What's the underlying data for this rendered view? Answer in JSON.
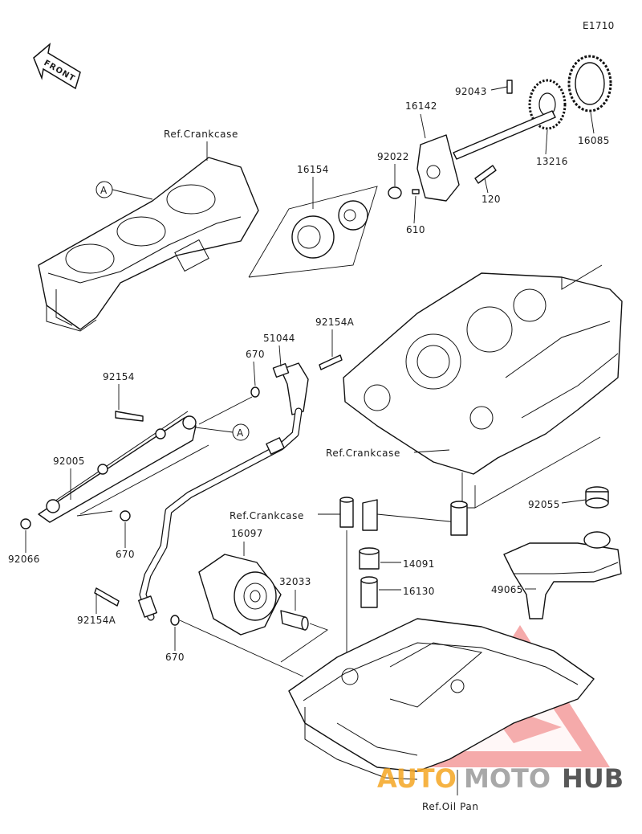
{
  "diagram": {
    "code": "E1710",
    "front_label": "FRONT",
    "callout_A": "A",
    "part_numbers": {
      "p92043": "92043",
      "p16142": "16142",
      "p92022": "92022",
      "p13216": "13216",
      "p16085": "16085",
      "p16154": "16154",
      "p120": "120",
      "p610": "610",
      "p92154A_top": "92154A",
      "p51044": "51044",
      "p670_top": "670",
      "p92154": "92154",
      "p92005": "92005",
      "p670_mid": "670",
      "p92066": "92066",
      "p16097": "16097",
      "p32033": "32033",
      "p92154A_bottom": "92154A",
      "p670_bottom": "670",
      "p14091": "14091",
      "p16130": "16130",
      "p92055": "92055",
      "p49065": "49065"
    },
    "refs": {
      "crankcase_top": "Ref.Crankcase",
      "crankcase_right": "Ref.Crankcase",
      "crankcase_mid": "Ref.Crankcase",
      "oil_pan": "Ref.Oil Pan"
    },
    "watermark": {
      "text_orange": "AUTO",
      "text_gray": "MOTO",
      "text_dark": "HUB",
      "color_red": "#e84a4a",
      "color_orange": "#f5a623",
      "color_gray": "#9a9a9a",
      "color_dark": "#3c3c3c"
    }
  }
}
